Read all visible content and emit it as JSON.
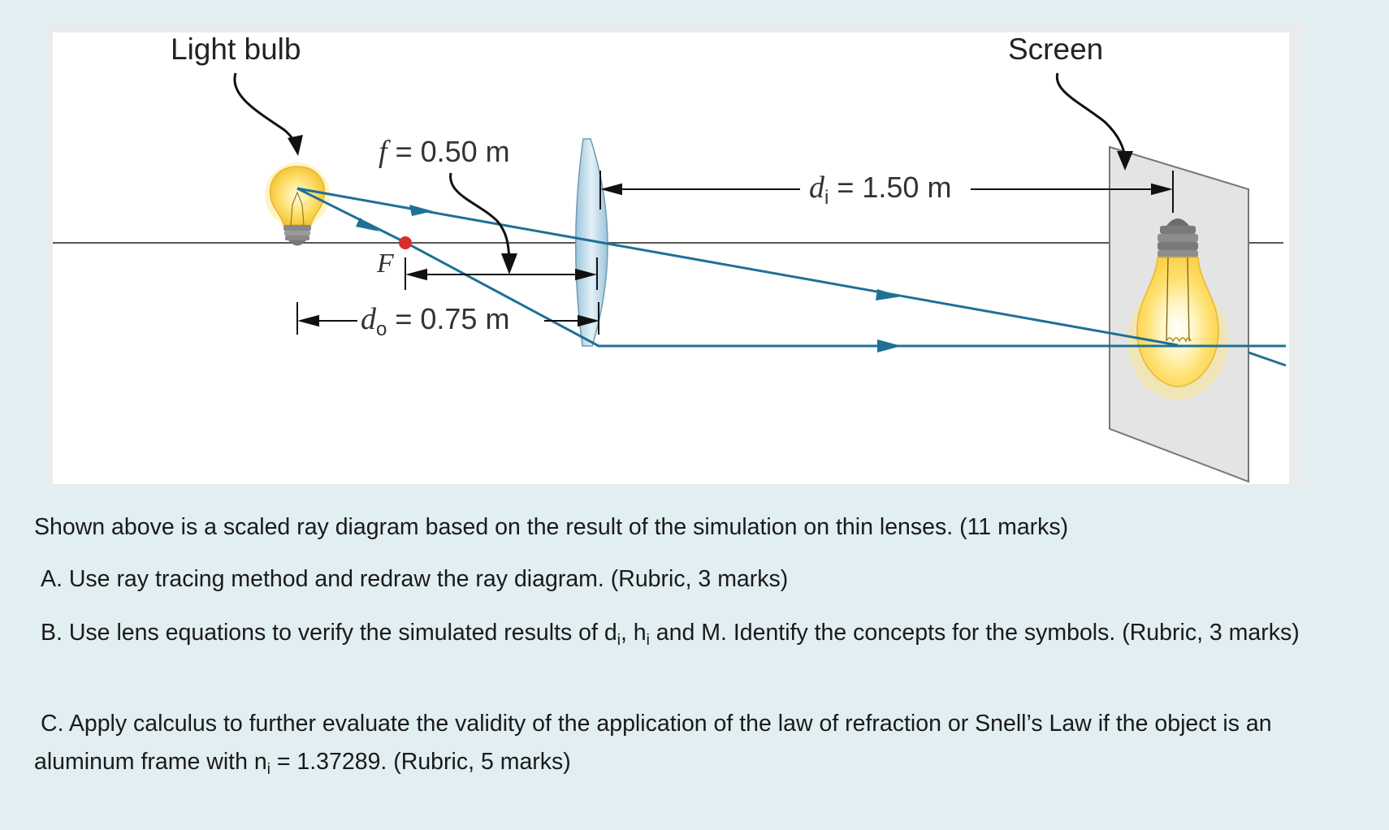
{
  "diagram": {
    "labels": {
      "light_bulb": "Light bulb",
      "screen": "Screen",
      "focal_point": "F",
      "focal_length_symbol": "f",
      "focal_length_value": " = 0.50 m",
      "object_distance_symbol": "d",
      "object_distance_sub": "o",
      "object_distance_value": " = 0.75 m",
      "image_distance_symbol": "d",
      "image_distance_sub": "i",
      "image_distance_value": " = 1.50 m"
    },
    "colors": {
      "ray": "#1f7097",
      "axis": "#555555",
      "focal_dot": "#d92d2d",
      "bulb_glow": "#ffd94d",
      "screen_fill": "#e3e3e3",
      "lens": "#b8d5e6"
    }
  },
  "question": {
    "intro": "Shown above is a scaled ray diagram based on the result of the simulation on thin lenses. (11 marks)",
    "part_a": "A. Use ray tracing method and redraw the ray diagram. (Rubric, 3 marks)",
    "part_b_1": "B. Use lens equations to verify the simulated results of d",
    "part_b_sub1": "i",
    "part_b_2": ", h",
    "part_b_sub2": "i",
    "part_b_3": " and M. Identify the concepts for the symbols. (Rubric, 3 marks)",
    "part_c_1": "C. Apply calculus to further evaluate the validity of the application of the law of refraction or   Snell’s Law if the object is an aluminum frame with n",
    "part_c_sub": "i",
    "part_c_2": " = 1.37289. (Rubric, 5 marks)"
  }
}
